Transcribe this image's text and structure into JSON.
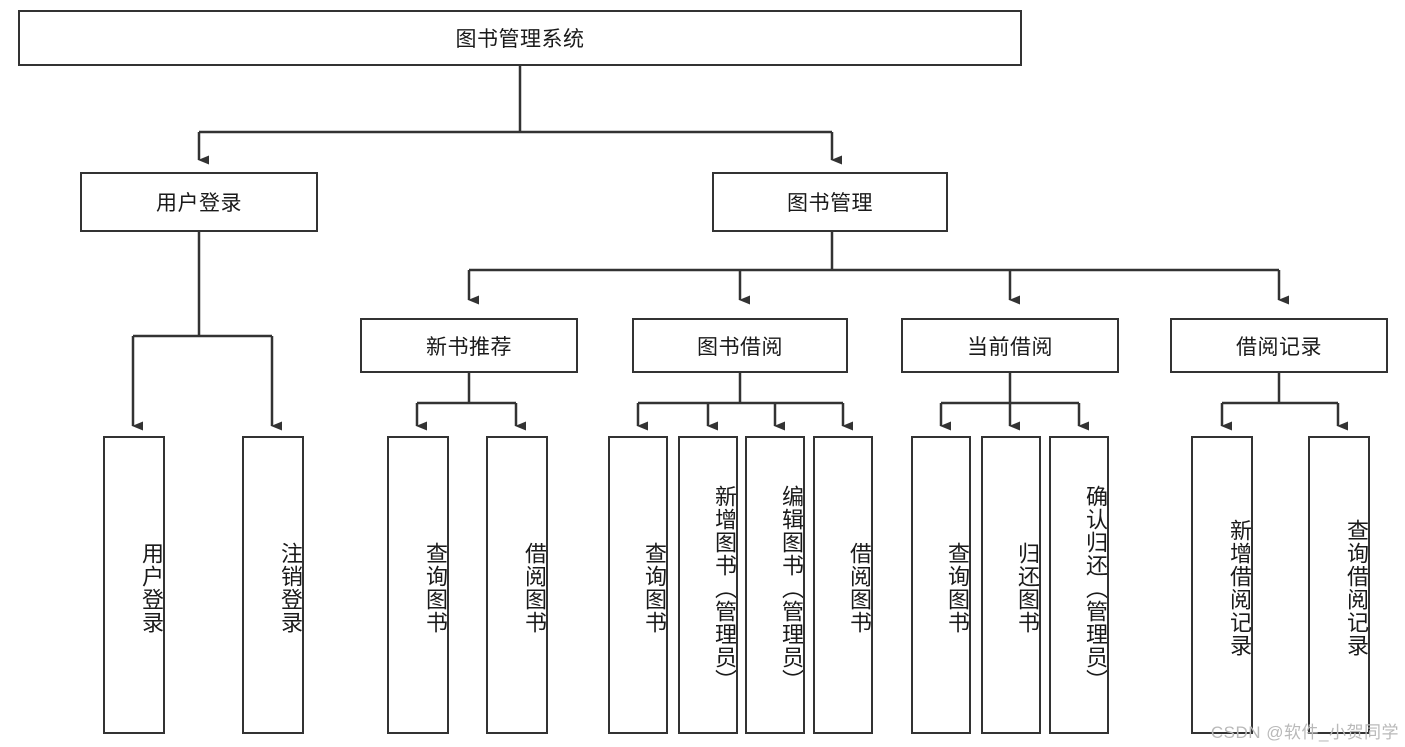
{
  "diagram": {
    "type": "tree-hierarchy",
    "title": "图书管理系统",
    "watermark": "CSDN @软件_小贺同学",
    "colors": {
      "background": "#ffffff",
      "box_border": "#333333",
      "box_fill": "#ffffff",
      "edge": "#333333",
      "text": "#1a1a1a",
      "watermark": "#b9b9b9"
    },
    "levels": {
      "root": {
        "label": "图书管理系统"
      },
      "level1": [
        {
          "label": "用户登录"
        },
        {
          "label": "图书管理"
        }
      ],
      "level2": [
        {
          "label": "新书推荐"
        },
        {
          "label": "图书借阅"
        },
        {
          "label": "当前借阅"
        },
        {
          "label": "借阅记录"
        }
      ],
      "leaves": [
        {
          "label": "用户登录",
          "parent": "用户登录"
        },
        {
          "label": "注销登录",
          "parent": "用户登录"
        },
        {
          "label": "查询图书",
          "parent": "新书推荐"
        },
        {
          "label": "借阅图书",
          "parent": "新书推荐"
        },
        {
          "label": "查询图书",
          "parent": "图书借阅"
        },
        {
          "label": "新增图书（管理员）",
          "parent": "图书借阅"
        },
        {
          "label": "编辑图书（管理员）",
          "parent": "图书借阅"
        },
        {
          "label": "借阅图书",
          "parent": "图书借阅"
        },
        {
          "label": "查询图书",
          "parent": "当前借阅"
        },
        {
          "label": "归还图书",
          "parent": "当前借阅"
        },
        {
          "label": "确认归还（管理员）",
          "parent": "当前借阅"
        },
        {
          "label": "新增借阅记录",
          "parent": "借阅记录"
        },
        {
          "label": "查询借阅记录",
          "parent": "借阅记录"
        }
      ]
    }
  }
}
